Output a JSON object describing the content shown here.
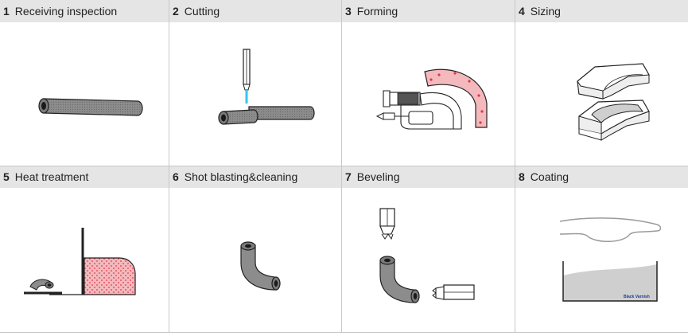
{
  "steps": [
    {
      "number": "1",
      "label": "Receiving inspection",
      "icon": "pipe-icon"
    },
    {
      "number": "2",
      "label": "Cutting",
      "icon": "cutting-icon"
    },
    {
      "number": "3",
      "label": "Forming",
      "icon": "forming-press-icon"
    },
    {
      "number": "4",
      "label": "Sizing",
      "icon": "sizing-die-icon"
    },
    {
      "number": "5",
      "label": "Heat treatment",
      "icon": "furnace-icon"
    },
    {
      "number": "6",
      "label": "Shot blasting&cleaning",
      "icon": "elbow-icon"
    },
    {
      "number": "7",
      "label": "Beveling",
      "icon": "beveling-icon"
    },
    {
      "number": "8",
      "label": "Coating",
      "icon": "coating-tank-icon"
    }
  ],
  "coating_tank_label": "Black Varnish",
  "colors": {
    "header_bg": "#e5e5e5",
    "pipe": "#8c8c8c",
    "heat_fill": "#f3b9bd",
    "heat_dots": "#e0384a",
    "water_jet": "#35c6e6",
    "varnish": "#cfcfcf"
  }
}
